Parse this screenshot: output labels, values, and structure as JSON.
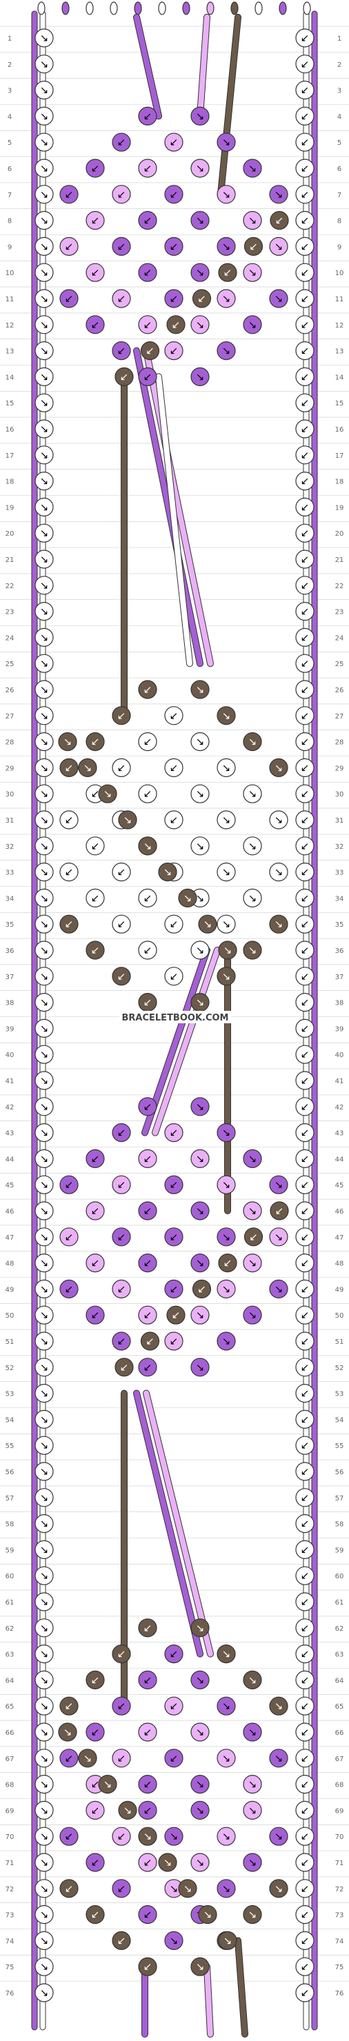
{
  "watermark": "BRACELETBOOK.COM",
  "row_count": 76,
  "row_numbers": [
    "1",
    "2",
    "3",
    "4",
    "5",
    "6",
    "7",
    "8",
    "9",
    "10",
    "11",
    "12",
    "13",
    "14",
    "15",
    "16",
    "17",
    "18",
    "19",
    "20",
    "21",
    "22",
    "23",
    "24",
    "25",
    "26",
    "27",
    "28",
    "29",
    "30",
    "31",
    "32",
    "33",
    "34",
    "35",
    "36",
    "37",
    "38",
    "39",
    "40",
    "41",
    "42",
    "43",
    "44",
    "45",
    "46",
    "47",
    "48",
    "49",
    "50",
    "51",
    "52",
    "53",
    "54",
    "55",
    "56",
    "57",
    "58",
    "59",
    "60",
    "61",
    "62",
    "63",
    "64",
    "65",
    "66",
    "67",
    "68",
    "69",
    "70",
    "71",
    "72",
    "73",
    "74",
    "75",
    "76"
  ],
  "strings": [
    {
      "color": "#ffffff"
    },
    {
      "color": "#a55fd4"
    },
    {
      "color": "#ffffff"
    },
    {
      "color": "#ffffff"
    },
    {
      "color": "#a55fd4"
    },
    {
      "color": "#ffffff"
    },
    {
      "color": "#a55fd4"
    },
    {
      "color": "#eab1f7"
    },
    {
      "color": "#6b5a4a"
    },
    {
      "color": "#ffffff"
    },
    {
      "color": "#a55fd4"
    },
    {
      "color": "#ffffff"
    }
  ],
  "colors": {
    "white": "#ffffff",
    "purple": "#a55fd4",
    "lilac": "#eab1f7",
    "brown": "#6b5a4a",
    "outline": "#333333",
    "gridline": "#cccccc"
  },
  "knot_types": {
    "forward": "↘",
    "backward": "↙",
    "forward-backward": "↘↙ (angled)",
    "backward-forward": "↙↘ (angled)"
  }
}
